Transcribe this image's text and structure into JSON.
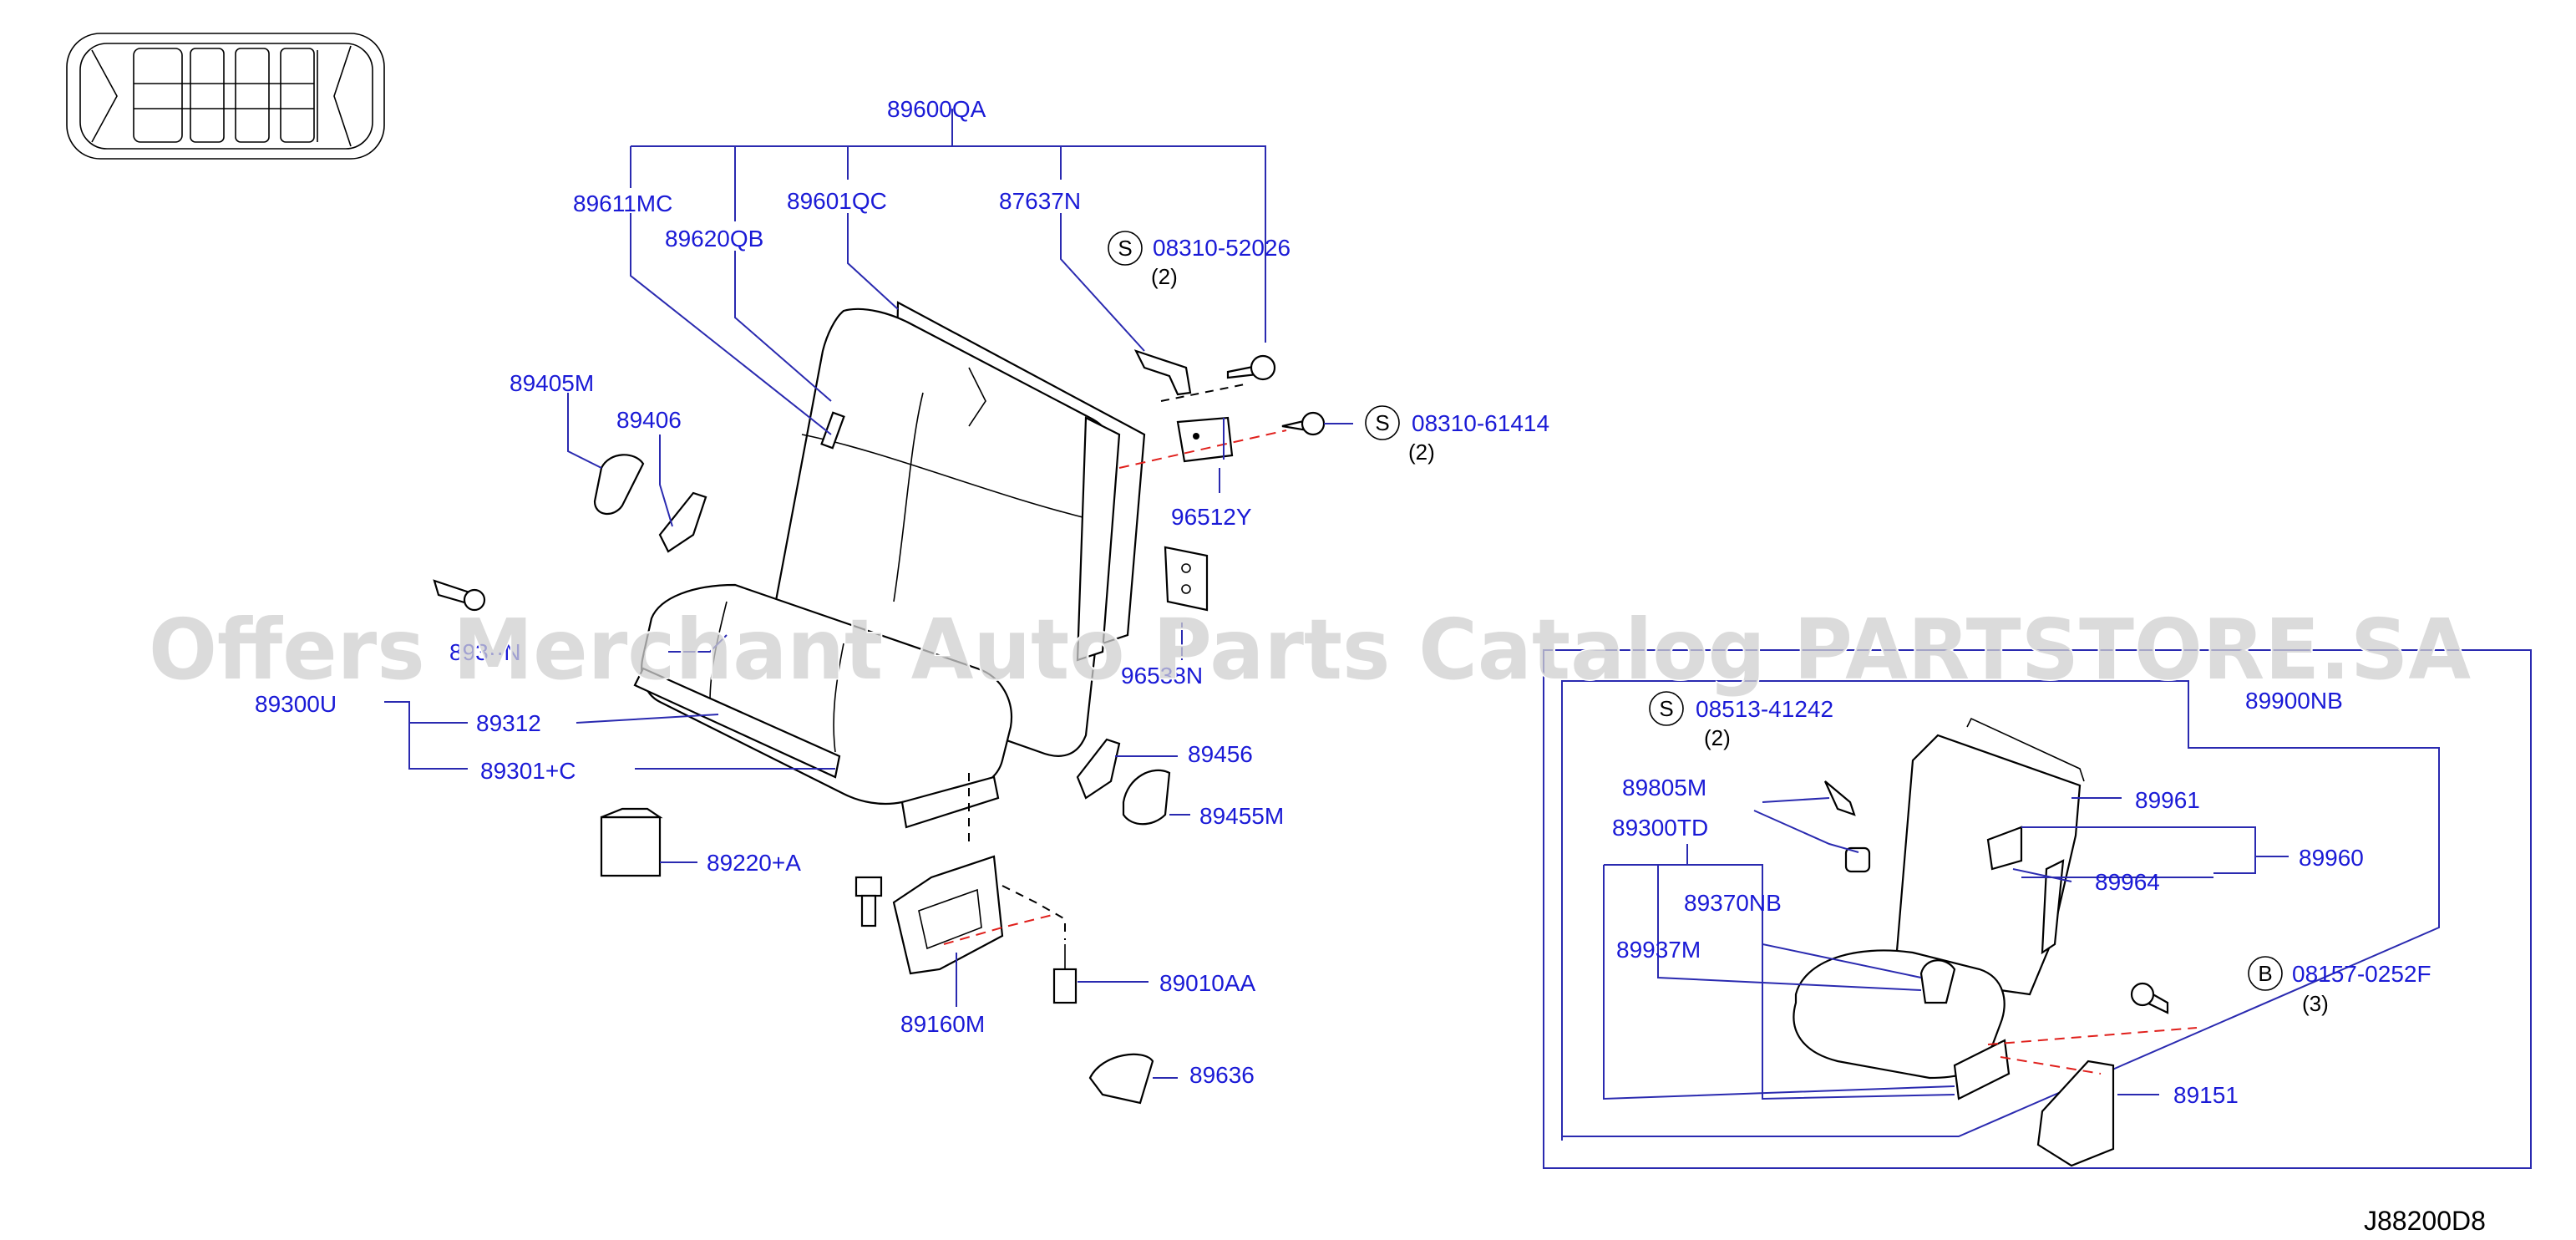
{
  "watermark": "Offers Merchant Auto Parts Catalog PARTSTORE.SA",
  "diagram_ref": "J88200D8",
  "symbols": {
    "screw": "S",
    "bolt": "B"
  },
  "labels": {
    "p89600QA": "89600QA",
    "p89611MC": "89611MC",
    "p89620QB": "89620QB",
    "p89601QC": "89601QC",
    "p87637N": "87637N",
    "p08310_52026": "08310-52026",
    "q08310_52026": "(2)",
    "p08310_61414": "08310-61414",
    "q08310_61414": "(2)",
    "p96512Y": "96512Y",
    "p89405M": "89405M",
    "p89406": "89406",
    "p89300U": "89300U",
    "p89310N": "893··N",
    "p89312": "89312",
    "p89301C": "89301+C",
    "p96538N": "96538N",
    "p89456": "89456",
    "p89455M": "89455M",
    "p89220A": "89220+A",
    "p89010AA": "89010AA",
    "p89160M": "89160M",
    "p89636": "89636",
    "p89900NB": "89900NB",
    "p08513_41242": "08513-41242",
    "q08513_41242": "(2)",
    "p89805M": "89805M",
    "p89300TD": "89300TD",
    "p89370NB": "89370NB",
    "p89937M": "89937M",
    "p89961": "89961",
    "p89960": "89960",
    "p89964": "89964",
    "p08157_0252F": "08157-0252F",
    "q08157_0252F": "(3)",
    "p89151": "89151"
  },
  "colors": {
    "label": "#1a1ad6",
    "leader": "#2a2ab0",
    "dash": "#e0201c",
    "line": "#000000"
  }
}
